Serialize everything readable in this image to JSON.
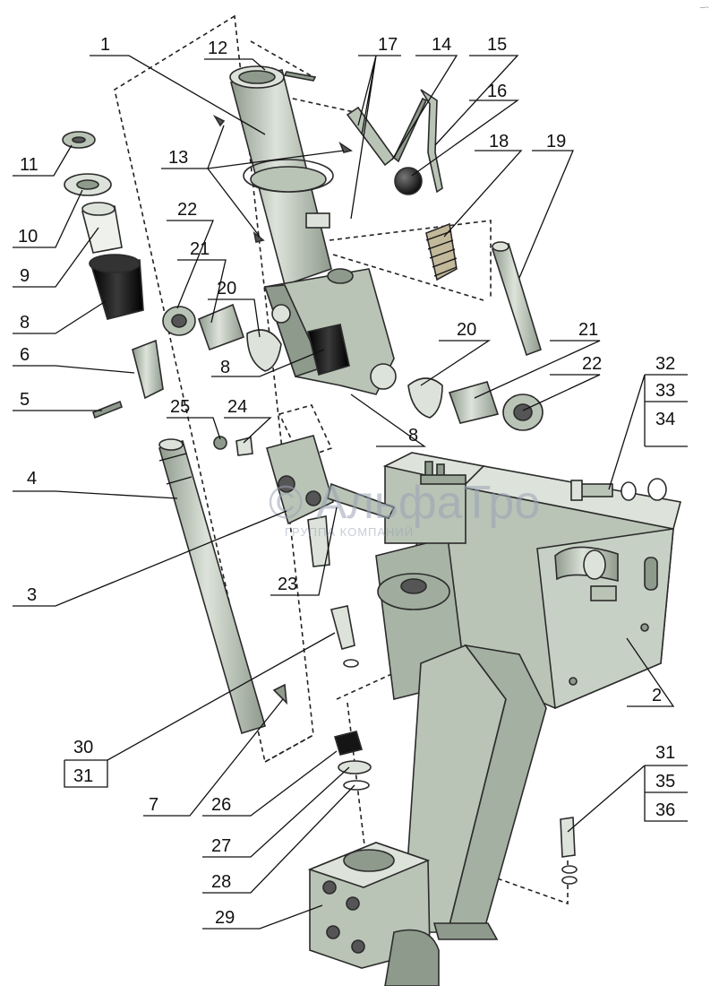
{
  "corner_mark": "—~",
  "watermark": {
    "text": "© АльфаТро",
    "sub": "ГРУППА КОМПАНИЙ"
  },
  "callouts": [
    {
      "id": "c1",
      "text": "1"
    },
    {
      "id": "c12",
      "text": "12"
    },
    {
      "id": "c17",
      "text": "17"
    },
    {
      "id": "c14",
      "text": "14"
    },
    {
      "id": "c15",
      "text": "15"
    },
    {
      "id": "c16",
      "text": "16"
    },
    {
      "id": "c11",
      "text": "11"
    },
    {
      "id": "c13",
      "text": "13"
    },
    {
      "id": "c18",
      "text": "18"
    },
    {
      "id": "c19",
      "text": "19"
    },
    {
      "id": "c10",
      "text": "10"
    },
    {
      "id": "c22a",
      "text": "22"
    },
    {
      "id": "c9",
      "text": "9"
    },
    {
      "id": "c21a",
      "text": "21"
    },
    {
      "id": "c20a",
      "text": "20"
    },
    {
      "id": "c8a",
      "text": "8"
    },
    {
      "id": "c20b",
      "text": "20"
    },
    {
      "id": "c21b",
      "text": "21"
    },
    {
      "id": "c6",
      "text": "6"
    },
    {
      "id": "c8b",
      "text": "8"
    },
    {
      "id": "c22b",
      "text": "22"
    },
    {
      "id": "c32",
      "text": "32"
    },
    {
      "id": "c5",
      "text": "5"
    },
    {
      "id": "c33",
      "text": "33"
    },
    {
      "id": "c34",
      "text": "34"
    },
    {
      "id": "c25",
      "text": "25"
    },
    {
      "id": "c24",
      "text": "24"
    },
    {
      "id": "c8c",
      "text": "8"
    },
    {
      "id": "c4",
      "text": "4"
    },
    {
      "id": "c3",
      "text": "3"
    },
    {
      "id": "c23",
      "text": "23"
    },
    {
      "id": "c2",
      "text": "2"
    },
    {
      "id": "c30",
      "text": "30"
    },
    {
      "id": "c31a",
      "text": "31"
    },
    {
      "id": "c7",
      "text": "7"
    },
    {
      "id": "c26",
      "text": "26"
    },
    {
      "id": "c31b",
      "text": "31"
    },
    {
      "id": "c35",
      "text": "35"
    },
    {
      "id": "c36",
      "text": "36"
    },
    {
      "id": "c27",
      "text": "27"
    },
    {
      "id": "c28",
      "text": "28"
    },
    {
      "id": "c29",
      "text": "29"
    }
  ],
  "colors": {
    "part_fill": "#b9c4b6",
    "part_shade": "#8e9a8c",
    "part_light": "#dde3da",
    "black_part": "#151515",
    "watermark": "#9aa3b5"
  }
}
